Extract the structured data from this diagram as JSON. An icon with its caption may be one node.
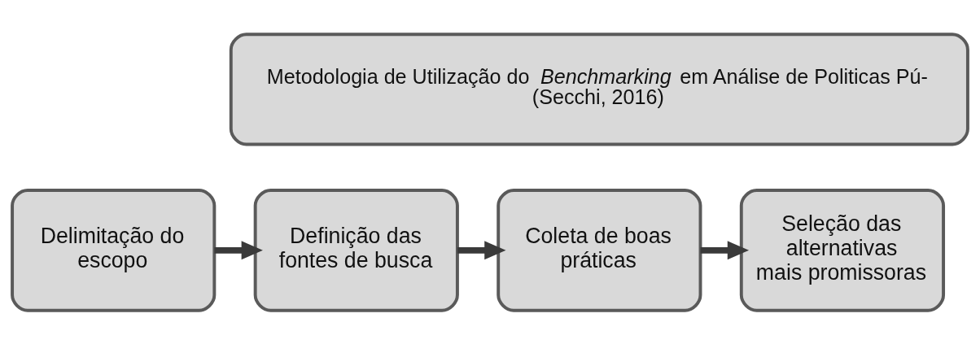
{
  "diagram": {
    "nodes": [
      {
        "text": [
          "Metodologia de Utilização do *Benchmarking* em Análise de Politicas Pú-",
          "(Secchi, 2016)"
        ]
      },
      {
        "text": [
          "Delimitação do escopo"
        ]
      },
      {
        "text": [
          "Definição das fontes de busca"
        ]
      },
      {
        "text": [
          "Coleta de boas práticas"
        ]
      },
      {
        "text": [
          "Seleção das alternativas mais promissoras"
        ]
      }
    ],
    "edges": [
      {
        "from": 1,
        "to": 2,
        "arrow": "to"
      },
      {
        "from": 2,
        "to": 3,
        "arrow": "to"
      },
      {
        "from": 3,
        "to": 4,
        "arrow": "to"
      }
    ]
  }
}
